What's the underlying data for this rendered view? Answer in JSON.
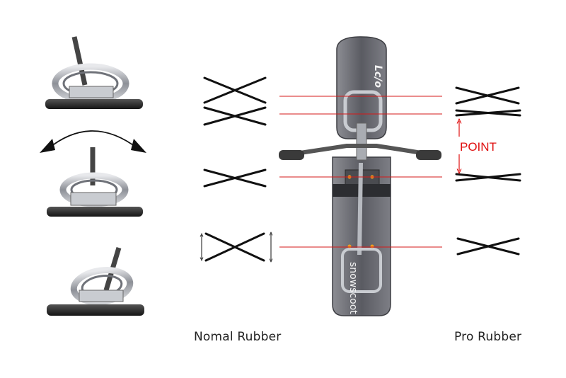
{
  "labels": {
    "normal_rubber": "Nomal Rubber",
    "pro_rubber": "Pro Rubber",
    "point": "POINT"
  },
  "board": {
    "top_logo": "Lc/o",
    "bottom_logo": "snowscoot"
  },
  "colors": {
    "guide_line": "#d61818",
    "point_text": "#e01010",
    "x_mark": "#111111",
    "board": "#5e5f66",
    "metal": "#b7bac0",
    "deck": "#2a2a2a"
  }
}
